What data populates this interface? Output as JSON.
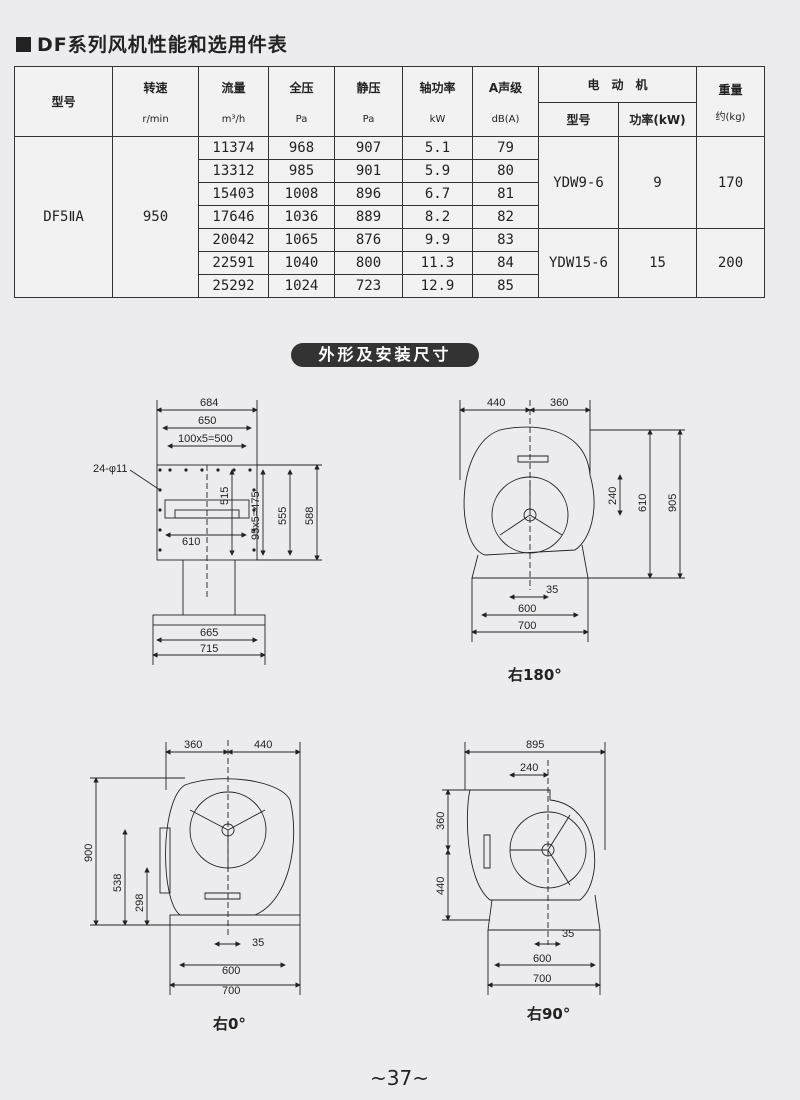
{
  "title": "DF系列风机性能和选用件表",
  "table": {
    "headers": {
      "model": "型号",
      "speed": "转速",
      "speed_unit": "r/min",
      "flow": "流量",
      "flow_unit": "m³/h",
      "total_pressure": "全压",
      "total_pressure_unit": "Pa",
      "static_pressure": "静压",
      "static_pressure_unit": "Pa",
      "shaft_power": "轴功率",
      "shaft_power_unit": "kW",
      "noise": "A声级",
      "noise_unit": "dB(A)",
      "motor": "电　动　机",
      "motor_model": "型号",
      "motor_power": "功率(kW)",
      "weight": "重量",
      "weight_unit": "约(kg)"
    },
    "model": "DF5ⅡA",
    "speed": "950",
    "rows": [
      [
        "11374",
        "968",
        "907",
        "5.1",
        "79"
      ],
      [
        "13312",
        "985",
        "901",
        "5.9",
        "80"
      ],
      [
        "15403",
        "1008",
        "896",
        "6.7",
        "81"
      ],
      [
        "17646",
        "1036",
        "889",
        "8.2",
        "82"
      ],
      [
        "20042",
        "1065",
        "876",
        "9.9",
        "83"
      ],
      [
        "22591",
        "1040",
        "800",
        "11.3",
        "84"
      ],
      [
        "25292",
        "1024",
        "723",
        "12.9",
        "85"
      ]
    ],
    "motors": [
      {
        "model": "YDW9-6",
        "power": "9",
        "weight": "170"
      },
      {
        "model": "YDW15-6",
        "power": "15",
        "weight": "200"
      }
    ]
  },
  "section_title": "外形及安装尺寸",
  "front_view": {
    "dims": [
      "684",
      "650",
      "100x5=500",
      "24-φ11",
      "515",
      "95x5=475",
      "555",
      "588",
      "610",
      "665",
      "715"
    ]
  },
  "view_180": {
    "caption": "右180°",
    "dims": [
      "440",
      "360",
      "240",
      "610",
      "905",
      "35",
      "600",
      "700"
    ]
  },
  "view_0": {
    "caption": "右0°",
    "dims": [
      "360",
      "440",
      "900",
      "538",
      "298",
      "35",
      "600",
      "700"
    ]
  },
  "view_90": {
    "caption": "右90°",
    "dims": [
      "895",
      "240",
      "360",
      "440",
      "35",
      "600",
      "700"
    ]
  },
  "page_number": "~37~"
}
